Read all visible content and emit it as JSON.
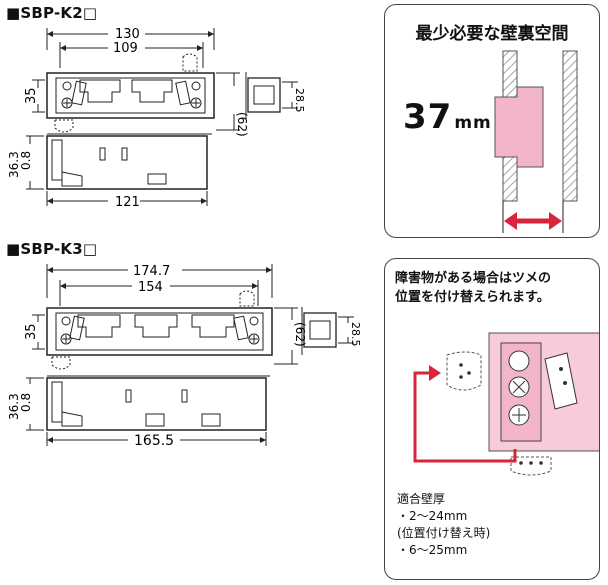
{
  "k2": {
    "model": "■SBP-K2□",
    "dims": {
      "overall_width": "130",
      "hole_pitch": "109",
      "height": "35",
      "side_height": "(62)",
      "side_depth": "28.5",
      "depth_total": "36.3",
      "flange": "0.8",
      "bottom_width": "121"
    }
  },
  "k3": {
    "model": "■SBP-K3□",
    "dims": {
      "overall_width": "174.7",
      "hole_pitch": "154",
      "height": "35",
      "side_height": "(62)",
      "side_depth": "28.5",
      "depth_total": "36.3",
      "flange": "0.8",
      "bottom_width": "165.5"
    }
  },
  "wall_space_panel": {
    "title": "最少必要な壁裏空間",
    "value": "37",
    "unit": "mm"
  },
  "claw_panel": {
    "note_line1": "障害物がある場合はツメの",
    "note_line2": "位置を付け替えられます。",
    "spec_title": "適合壁厚",
    "spec_normal": "・2〜24mm",
    "spec_alt_title": "(位置付け替え時)",
    "spec_alt": "・6〜25mm"
  },
  "colors": {
    "pink": "#f3b5c9",
    "pink_light": "#f7cbd9",
    "arrow_red": "#d9253b",
    "hatch": "#888888",
    "line": "#222222"
  }
}
